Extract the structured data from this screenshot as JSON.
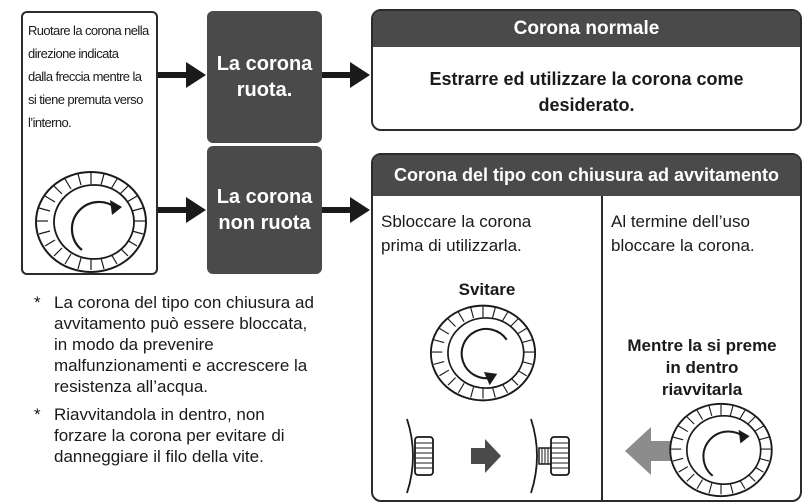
{
  "step1": {
    "instruction": "Ruotare la corona nella\ndirezione indicata\ndalla freccia mentre la\nsi tiene premuta verso\nl’interno."
  },
  "outcomes": {
    "rotates": "La corona\nruota.",
    "not_rotates": "La corona\nnon ruota"
  },
  "normal_crown": {
    "title": "Corona normale",
    "body": "Estrarre ed utilizzare la corona come\ndesiderato."
  },
  "screw_lock_crown": {
    "title": "Corona del tipo con chiusura ad avvitamento",
    "left": {
      "text": "Sbloccare la corona\nprima di utilizzarla.",
      "action": "Svitare"
    },
    "right": {
      "text": "Al termine dell’uso\nbloccare la corona.",
      "action": "Mentre la si preme\nin dentro\nriavvitarla"
    }
  },
  "notes": [
    {
      "mark": "*",
      "text": "La corona del tipo con chiusura ad\navvitamento può essere bloccata,\nin modo da prevenire\nmalfunzionamenti e accrescere la\nresistenza all’acqua."
    },
    {
      "mark": "*",
      "text": "Riavvitandola in dentro, non\nforzare la corona per evitare di\ndanneggiare il filo della vite."
    }
  ],
  "icons": {
    "crown": "crown-icon",
    "arrow": "arrow-right-icon"
  },
  "colors": {
    "dark_box": "#4a4a4a",
    "border": "#2b2b2b",
    "gray_arrow": "#8c8c8c"
  }
}
